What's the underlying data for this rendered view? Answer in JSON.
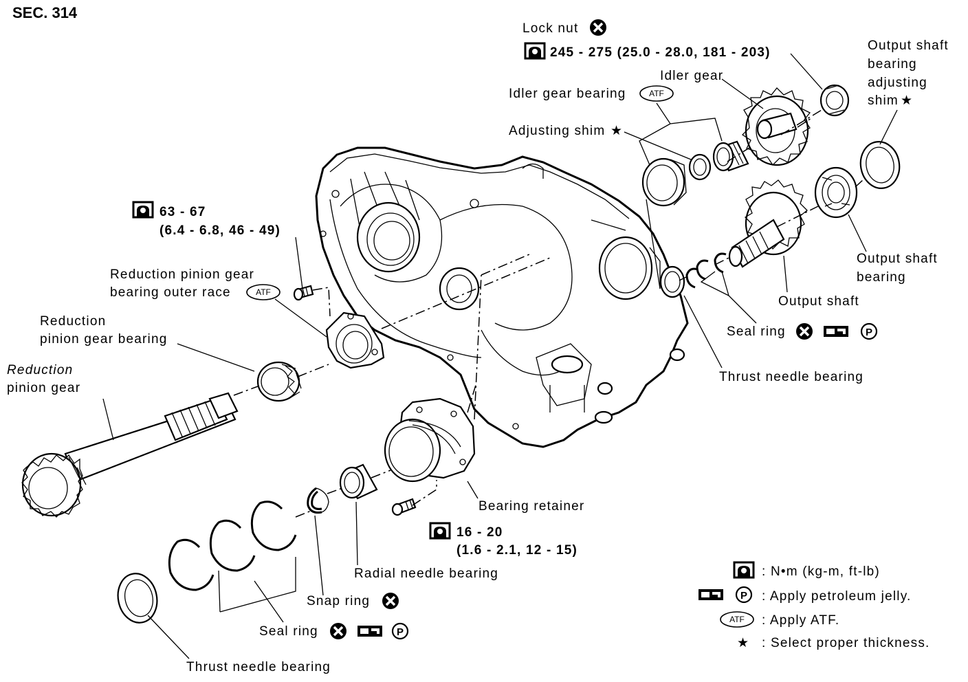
{
  "section": "SEC. 314",
  "labels": {
    "lock_nut": "Lock nut",
    "lock_nut_torque": "245 - 275 (25.0 - 28.0, 181 - 203)",
    "idler_gear": "Idler gear",
    "idler_gear_bearing": "Idler gear bearing",
    "adjusting_shim": "Adjusting shim",
    "output_shim_1": "Output shaft",
    "output_shim_2": "bearing",
    "output_shim_3": "adjusting",
    "output_shim_4": "shim",
    "torque_63_1": "63 - 67",
    "torque_63_2": "(6.4 - 6.8, 46 - 49)",
    "red_outer_race_1": "Reduction pinion gear",
    "red_outer_race_2": "bearing outer race",
    "red_bearing_1": "Reduction",
    "red_bearing_2": "pinion gear bearing",
    "red_gear_1": "Reduction",
    "red_gear_2": "pinion gear",
    "output_bearing_1": "Output shaft",
    "output_bearing_2": "bearing",
    "output_shaft": "Output shaft",
    "seal_ring_right": "Seal ring",
    "thrust_right": "Thrust needle bearing",
    "bearing_retainer": "Bearing retainer",
    "torque_16_1": "16 - 20",
    "torque_16_2": "(1.6 - 2.1, 12 - 15)",
    "radial_needle": "Radial needle bearing",
    "snap_ring": "Snap ring",
    "seal_ring_left": "Seal ring",
    "thrust_left": "Thrust needle bearing",
    "atf": "ATF",
    "p": "P",
    "star": "★"
  },
  "legend": [
    {
      "symbol": "torque-wrench-icon",
      "text": ": N•m (kg-m, ft-lb)"
    },
    {
      "symbol": "petroleum-jelly-icon",
      "text": ": Apply petroleum jelly."
    },
    {
      "symbol": "atf-icon",
      "text": ": Apply ATF."
    },
    {
      "symbol": "star-icon",
      "text": ": Select proper thickness."
    }
  ]
}
